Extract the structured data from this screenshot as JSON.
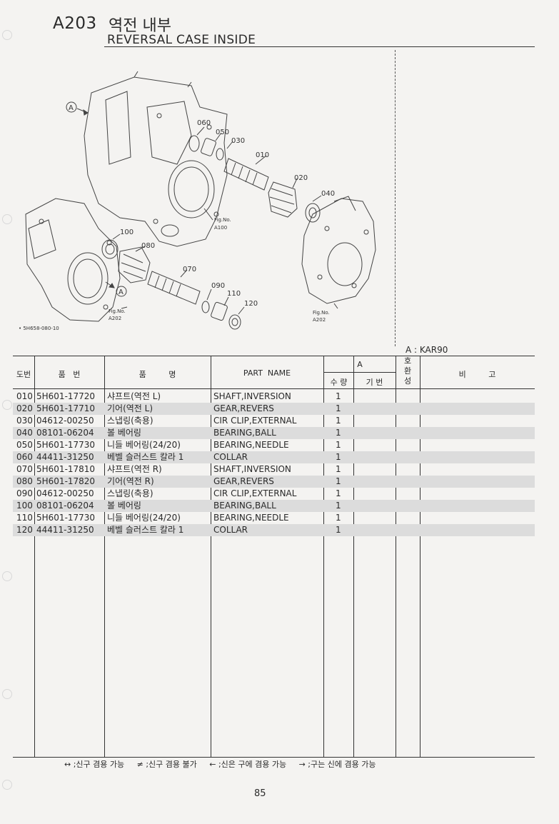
{
  "header": {
    "code": "A203",
    "title_ko": "역전 내부",
    "title_en": "REVERSAL CASE INSIDE"
  },
  "diagram": {
    "callouts": [
      "060",
      "050",
      "030",
      "010",
      "020",
      "040",
      "100",
      "080",
      "070",
      "090",
      "110",
      "120"
    ],
    "arrow_label": "A",
    "fig_refs": [
      {
        "line1": "Fig.No.",
        "line2": "A100"
      },
      {
        "line1": "Fig.No.",
        "line2": "A202"
      },
      {
        "line1": "Fig.No.",
        "line2": "A202"
      }
    ],
    "drawing_code": "• 5H658-080-10"
  },
  "model_note": "A : KAR90",
  "table": {
    "headers": {
      "ref": "도번",
      "part_no": "품   번",
      "name_ko": "품         명",
      "part_name": "PART  NAME",
      "group_a": "A",
      "qty": "수 량",
      "model": "기 번",
      "interchange": "호\n환\n성",
      "remarks": "비         고"
    },
    "rows": [
      {
        "ref": "010",
        "part_no": "5H601-17720",
        "name_ko": "샤프트(역전 L)",
        "part_name": "SHAFT,INVERSION",
        "qty": "1"
      },
      {
        "ref": "020",
        "part_no": "5H601-17710",
        "name_ko": "기어(역전 L)",
        "part_name": "GEAR,REVERS",
        "qty": "1"
      },
      {
        "ref": "030",
        "part_no": "04612-00250",
        "name_ko": "스냅링(축용)",
        "part_name": "CIR CLIP,EXTERNAL",
        "qty": "1"
      },
      {
        "ref": "040",
        "part_no": "08101-06204",
        "name_ko": "볼 베어링",
        "part_name": "BEARING,BALL",
        "qty": "1"
      },
      {
        "ref": "050",
        "part_no": "5H601-17730",
        "name_ko": "니들 베어링(24/20)",
        "part_name": "BEARING,NEEDLE",
        "qty": "1"
      },
      {
        "ref": "060",
        "part_no": "44411-31250",
        "name_ko": "베벨 슬러스트 칼라 1",
        "part_name": "COLLAR",
        "qty": "1"
      },
      {
        "ref": "070",
        "part_no": "5H601-17810",
        "name_ko": "샤프트(역전 R)",
        "part_name": "SHAFT,INVERSION",
        "qty": "1"
      },
      {
        "ref": "080",
        "part_no": "5H601-17820",
        "name_ko": "기어(역전 R)",
        "part_name": "GEAR,REVERS",
        "qty": "1"
      },
      {
        "ref": "090",
        "part_no": "04612-00250",
        "name_ko": "스냅링(축용)",
        "part_name": "CIR CLIP,EXTERNAL",
        "qty": "1"
      },
      {
        "ref": "100",
        "part_no": "08101-06204",
        "name_ko": "볼 베어링",
        "part_name": "BEARING,BALL",
        "qty": "1"
      },
      {
        "ref": "110",
        "part_no": "5H601-17730",
        "name_ko": "니들 베어링(24/20)",
        "part_name": "BEARING,NEEDLE",
        "qty": "1"
      },
      {
        "ref": "120",
        "part_no": "44411-31250",
        "name_ko": "베벨 슬러스트 칼라 1",
        "part_name": "COLLAR",
        "qty": "1"
      }
    ]
  },
  "footer": {
    "legend": "↔ ;신구 겸용 가능     ≠ ;신구 겸용 불가     ← ;신은 구에 겸용 가능     → ;구는 신에 겸용 가능",
    "page": "85"
  },
  "colors": {
    "ink": "#2a2a2a",
    "paper": "#f4f3f1",
    "row_shade": "#dcdcdc"
  }
}
